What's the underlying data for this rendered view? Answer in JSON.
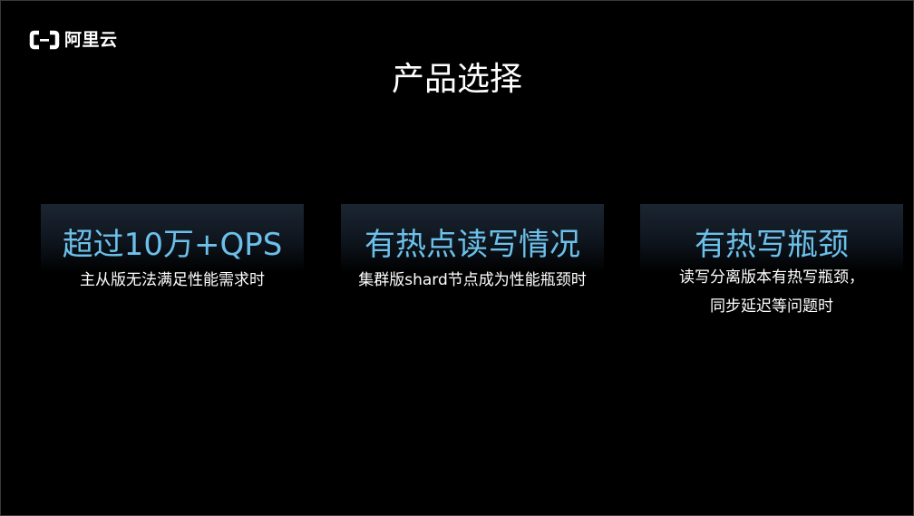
{
  "logo": {
    "text": "阿里云",
    "icon": "aliyun-bracket-logo-icon"
  },
  "title": "产品选择",
  "cards": [
    {
      "headline": "超过10万+QPS",
      "lines": [
        "主从版无法满足性能需求时"
      ]
    },
    {
      "headline": "有热点读写情况",
      "lines": [
        "集群版shard节点成为性能瓶颈时"
      ]
    },
    {
      "headline": "有热写瓶颈",
      "lines": [
        "读写分离版本有热写瓶颈，",
        "同步延迟等问题时"
      ]
    }
  ],
  "colors": {
    "background": "#000000",
    "headline": "#6cc0ea",
    "text": "#ffffff"
  }
}
